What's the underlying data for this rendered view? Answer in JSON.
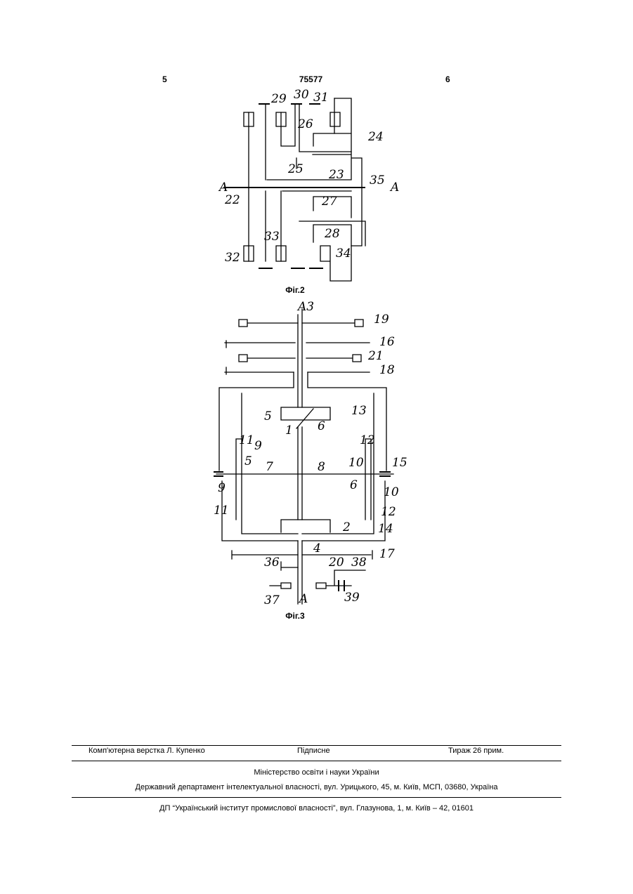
{
  "header": {
    "left_page": "5",
    "doc_number": "75577",
    "right_page": "6"
  },
  "figure2": {
    "caption": "Фіг.2",
    "labels": [
      "29",
      "30",
      "31",
      "26",
      "24",
      "25",
      "23",
      "35",
      "A",
      "A",
      "22",
      "27",
      "28",
      "33",
      "32",
      "34"
    ]
  },
  "figure3": {
    "caption": "Фіг.3",
    "labels": [
      "A3",
      "19",
      "16",
      "21",
      "18",
      "13",
      "5",
      "1",
      "6",
      "11",
      "9",
      "5",
      "12",
      "15",
      "10",
      "7",
      "8",
      "9",
      "6",
      "10",
      "11",
      "12",
      "2",
      "14",
      "4",
      "17",
      "36",
      "20",
      "38",
      "37",
      "A",
      "39"
    ]
  },
  "footer": {
    "layout_by": "Комп'ютерна верстка Л. Купенко",
    "signed": "Підписне",
    "print_run": "Тираж 26 прим.",
    "ministry": "Міністерство освіти і науки України",
    "department": "Державний департамент інтелектуальної власності, вул. Урицького, 45, м. Київ, МСП, 03680, Україна",
    "institute": "ДП “Український інститут промислової власності”, вул. Глазунова, 1, м. Київ – 42, 01601"
  }
}
